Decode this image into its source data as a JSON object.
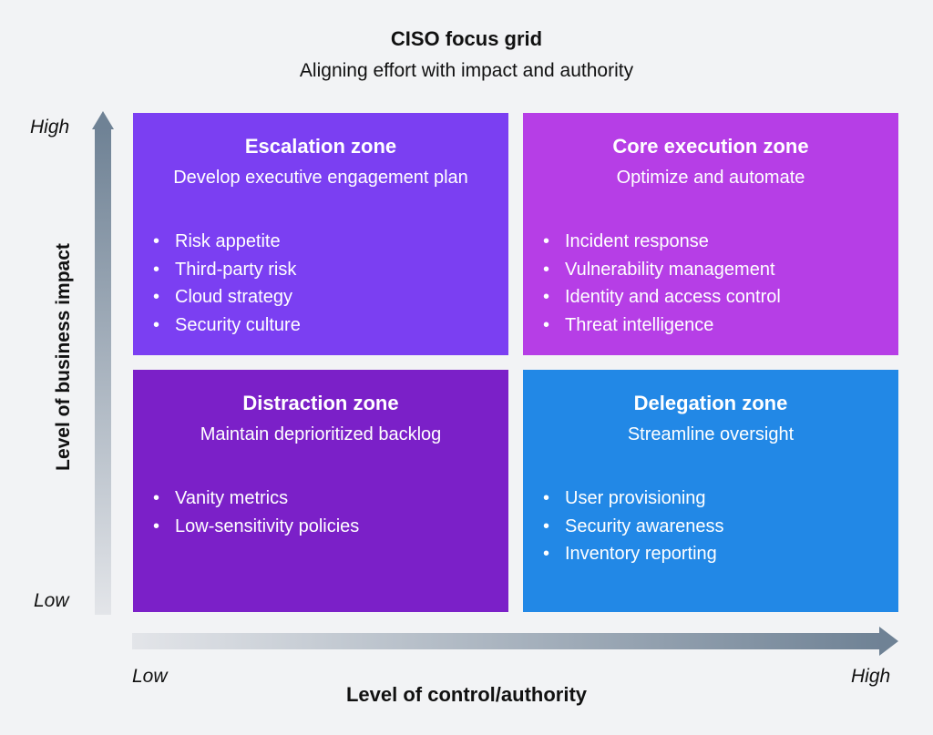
{
  "header": {
    "title": "CISO focus grid",
    "subtitle": "Aligning effort with impact and authority"
  },
  "axes": {
    "y_label": "Level of business impact",
    "y_high": "High",
    "y_low": "Low",
    "x_label": "Level of control/authority",
    "x_low": "Low",
    "x_high": "High"
  },
  "quadrants": [
    {
      "title": "Escalation zone",
      "subtitle": "Develop executive engagement plan",
      "color": "#7b3ff2",
      "items": [
        "Risk appetite",
        "Third-party risk",
        "Cloud strategy",
        "Security culture"
      ]
    },
    {
      "title": "Core execution zone",
      "subtitle": "Optimize and automate",
      "color": "#b63ee6",
      "items": [
        "Incident response",
        "Vulnerability management",
        "Identity and access control",
        "Threat intelligence"
      ]
    },
    {
      "title": "Distraction zone",
      "subtitle": "Maintain deprioritized backlog",
      "color": "#7b20c8",
      "items": [
        "Vanity metrics",
        "Low-sensitivity policies"
      ]
    },
    {
      "title": "Delegation zone",
      "subtitle": "Streamline oversight",
      "color": "#2288e6",
      "items": [
        "User provisioning",
        "Security awareness",
        "Inventory reporting"
      ]
    }
  ],
  "bullet_char": "•"
}
